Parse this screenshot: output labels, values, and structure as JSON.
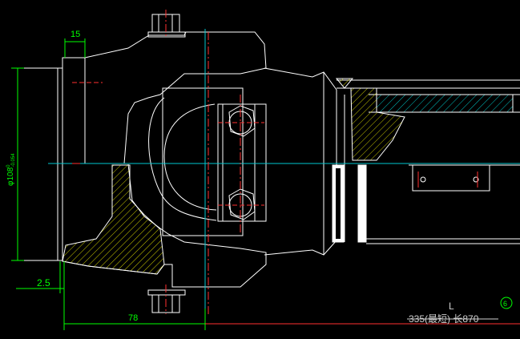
{
  "drawing": {
    "colors": {
      "background": "#000000",
      "outline": "#ffffff",
      "centerline_cyan": "#00c8d0",
      "centerline_red": "#ff3030",
      "dimension": "#00ff00",
      "hatch_yellow": "#c8c800",
      "hatch_cyan": "#00c0c0",
      "annotation": "#cfcfcf"
    },
    "dimensions": {
      "top_width": "15",
      "diameter_main": "φ108",
      "diameter_sup": "0",
      "diameter_sub": "-0.054",
      "flange_offset": "2.5",
      "bottom_length": "78",
      "length_symbol": "L",
      "length_note": "335(最短)  长870",
      "callout": "6"
    }
  }
}
